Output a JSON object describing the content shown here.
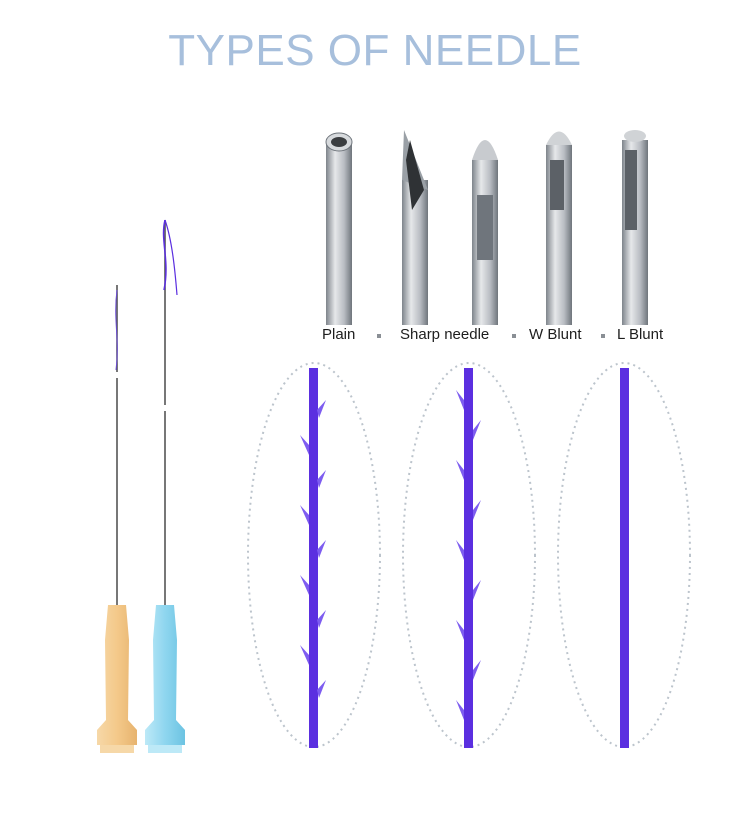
{
  "title": "TYPES OF NEEDLE",
  "needle_types": {
    "plain": "Plain",
    "sharp": "Sharp needle",
    "w_blunt": "W Blunt",
    "l_blunt": "L Blunt"
  },
  "colors": {
    "title": "#a7bfdc",
    "thread": "#5b2fe0",
    "hub_orange": "#f4c98a",
    "hub_blue": "#8fd6ef",
    "steel": "#b8bcc2"
  }
}
